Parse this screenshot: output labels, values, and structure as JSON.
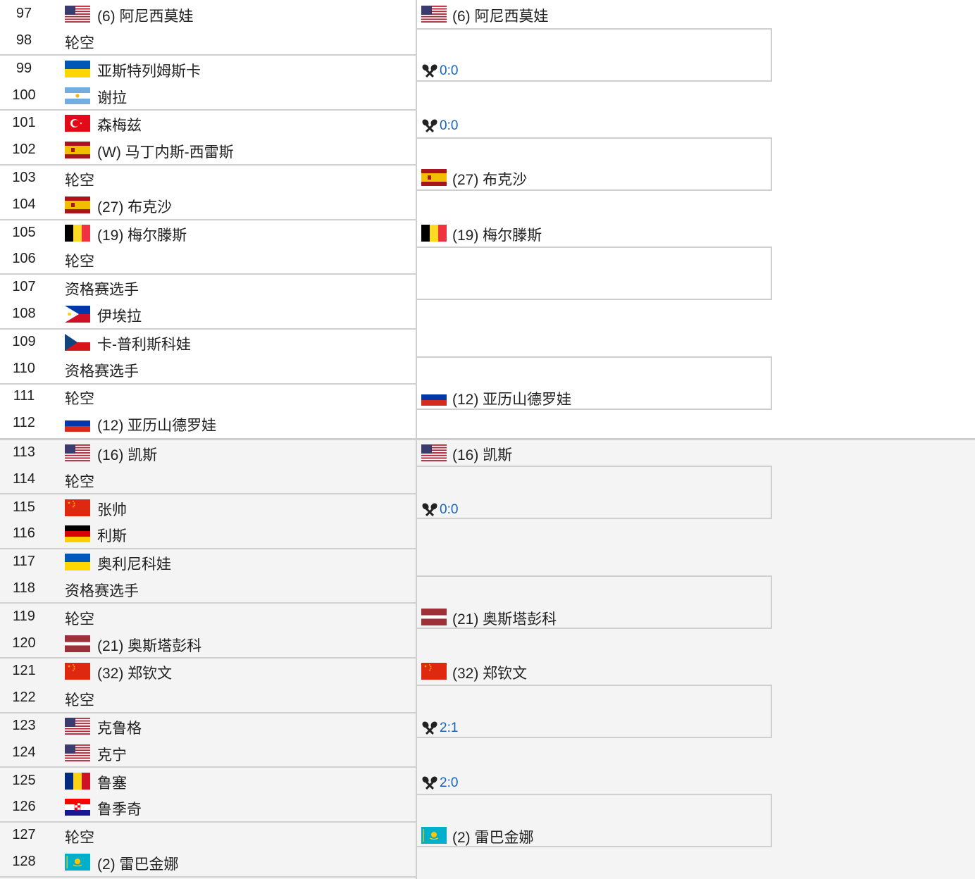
{
  "colors": {
    "score": "#1565c0",
    "line": "#cfcfcf",
    "bottom_bg": "#f4f4f4"
  },
  "icons": {
    "score": "crossed-rackets-icon"
  },
  "r1": [
    {
      "n": "97",
      "flag": "us",
      "name": "(6) 阿尼西莫娃"
    },
    {
      "n": "98",
      "flag": "",
      "name": "轮空"
    },
    {
      "n": "99",
      "flag": "ua",
      "name": "亚斯特列姆斯卡"
    },
    {
      "n": "100",
      "flag": "ar",
      "name": "谢拉"
    },
    {
      "n": "101",
      "flag": "tr",
      "name": "森梅兹"
    },
    {
      "n": "102",
      "flag": "es",
      "name": "(W) 马丁内斯-西雷斯"
    },
    {
      "n": "103",
      "flag": "",
      "name": "轮空"
    },
    {
      "n": "104",
      "flag": "es",
      "name": "(27) 布克沙"
    },
    {
      "n": "105",
      "flag": "be",
      "name": "(19) 梅尔滕斯"
    },
    {
      "n": "106",
      "flag": "",
      "name": "轮空"
    },
    {
      "n": "107",
      "flag": "",
      "name": "资格赛选手"
    },
    {
      "n": "108",
      "flag": "ph",
      "name": "伊埃拉"
    },
    {
      "n": "109",
      "flag": "cz",
      "name": "卡-普利斯科娃"
    },
    {
      "n": "110",
      "flag": "",
      "name": "资格赛选手"
    },
    {
      "n": "111",
      "flag": "",
      "name": "轮空"
    },
    {
      "n": "112",
      "flag": "ru",
      "name": "(12) 亚历山德罗娃"
    },
    {
      "n": "113",
      "flag": "us",
      "name": "(16) 凯斯"
    },
    {
      "n": "114",
      "flag": "",
      "name": "轮空"
    },
    {
      "n": "115",
      "flag": "cn",
      "name": "张帅"
    },
    {
      "n": "116",
      "flag": "de",
      "name": "利斯"
    },
    {
      "n": "117",
      "flag": "ua",
      "name": "奥利尼科娃"
    },
    {
      "n": "118",
      "flag": "",
      "name": "资格赛选手"
    },
    {
      "n": "119",
      "flag": "",
      "name": "轮空"
    },
    {
      "n": "120",
      "flag": "lv",
      "name": "(21) 奥斯塔彭科"
    },
    {
      "n": "121",
      "flag": "cn",
      "name": "(32) 郑钦文"
    },
    {
      "n": "122",
      "flag": "",
      "name": "轮空"
    },
    {
      "n": "123",
      "flag": "us",
      "name": "克鲁格"
    },
    {
      "n": "124",
      "flag": "us",
      "name": "克宁"
    },
    {
      "n": "125",
      "flag": "ro",
      "name": "鲁塞"
    },
    {
      "n": "126",
      "flag": "hr",
      "name": "鲁季奇"
    },
    {
      "n": "127",
      "flag": "",
      "name": "轮空"
    },
    {
      "n": "128",
      "flag": "kz",
      "name": "(2) 雷巴金娜"
    }
  ],
  "r2": [
    {
      "slot": 0,
      "flag": "us",
      "name": "(6) 阿尼西莫娃"
    },
    {
      "slot": 1,
      "score": "0:0"
    },
    {
      "slot": 2,
      "score": "0:0"
    },
    {
      "slot": 3,
      "flag": "es",
      "name": "(27) 布克沙"
    },
    {
      "slot": 4,
      "flag": "be",
      "name": "(19) 梅尔滕斯"
    },
    {
      "slot": 5
    },
    {
      "slot": 6
    },
    {
      "slot": 7,
      "flag": "ru",
      "name": "(12) 亚历山德罗娃"
    },
    {
      "slot": 8,
      "flag": "us",
      "name": "(16) 凯斯"
    },
    {
      "slot": 9,
      "score": "0:0"
    },
    {
      "slot": 10
    },
    {
      "slot": 11,
      "flag": "lv",
      "name": "(21) 奥斯塔彭科"
    },
    {
      "slot": 12,
      "flag": "cn",
      "name": "(32) 郑钦文"
    },
    {
      "slot": 13,
      "score": "2:1"
    },
    {
      "slot": 14,
      "score": "2:0"
    },
    {
      "slot": 15,
      "flag": "kz",
      "name": "(2) 雷巴金娜"
    }
  ]
}
